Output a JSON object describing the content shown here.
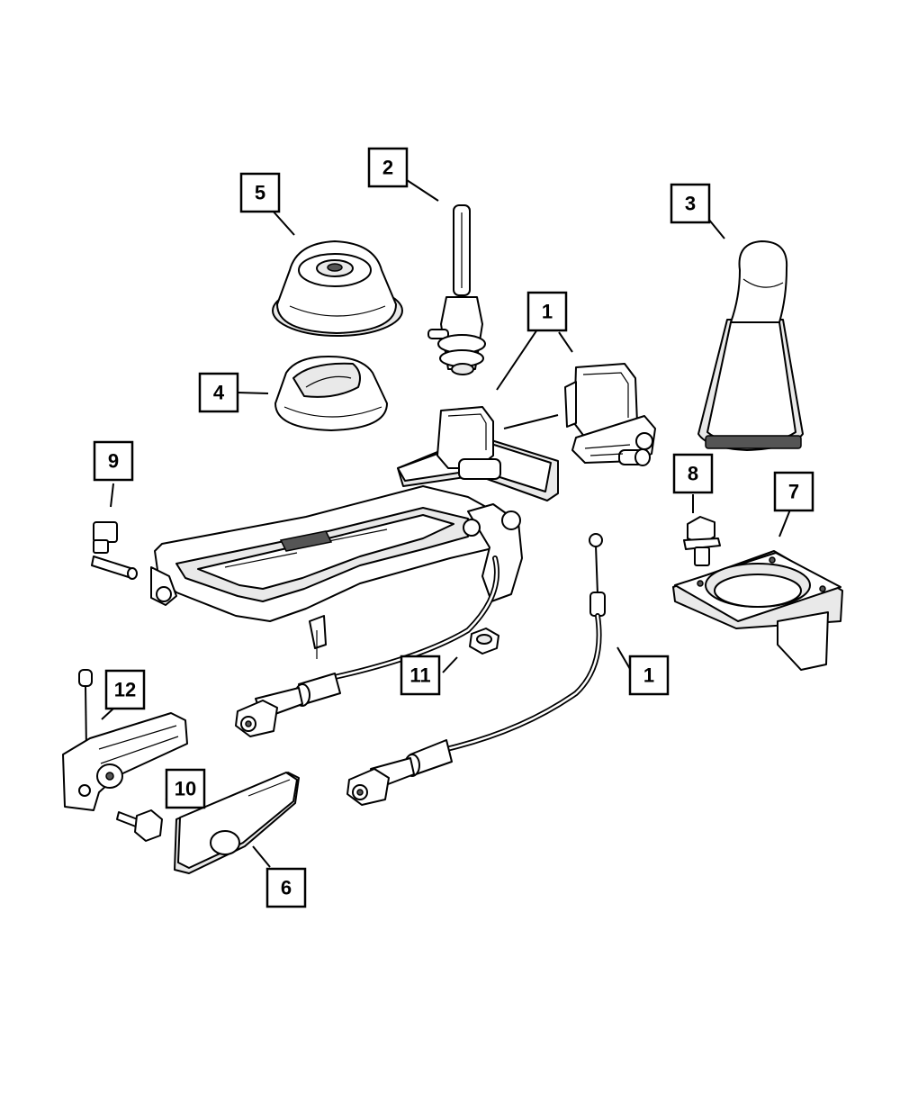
{
  "callouts": [
    {
      "id": "c2",
      "label": "2"
    },
    {
      "id": "c5",
      "label": "5"
    },
    {
      "id": "c3",
      "label": "3"
    },
    {
      "id": "c1a",
      "label": "1"
    },
    {
      "id": "c4",
      "label": "4"
    },
    {
      "id": "c9",
      "label": "9"
    },
    {
      "id": "c8",
      "label": "8"
    },
    {
      "id": "c7",
      "label": "7"
    },
    {
      "id": "c12",
      "label": "12"
    },
    {
      "id": "c11",
      "label": "11"
    },
    {
      "id": "c1b",
      "label": "1"
    },
    {
      "id": "c10",
      "label": "10"
    },
    {
      "id": "c6",
      "label": "6"
    }
  ]
}
